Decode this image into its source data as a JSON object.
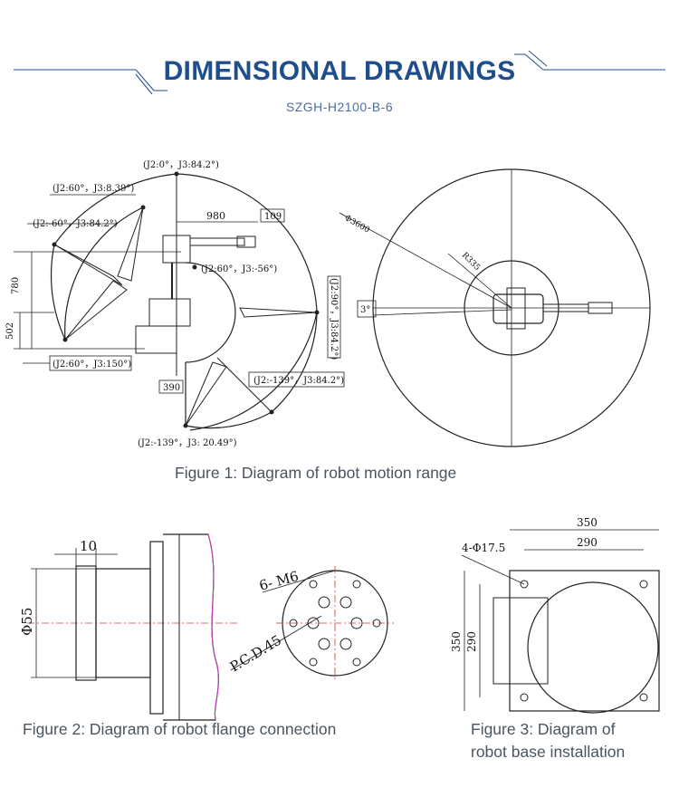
{
  "header": {
    "title": "DIMENSIONAL DRAWINGS",
    "model": "SZGH-H2100-B-6"
  },
  "figure1": {
    "caption": "Figure 1: Diagram of robot motion range",
    "labels": {
      "j2_0": "(J2:0°，J3:84.2°)",
      "j2_60_top": "(J2:60°，J3:8.39°)",
      "j2_m60": "(J2:-60°，J3:84.2°)",
      "j2_60_m56": "(J2:60°，J3:-56°)",
      "j2_90": "(J2:90°，J3:84.2°)",
      "j2_60_150": "(J2:60°，J3:150°)",
      "j2_m139_84": "(J2:-139°，J3:84.2°)",
      "j2_m139_20": "(J2:-139°，J3: 20.49°)",
      "reach": "980",
      "offset": "109",
      "height_780": "780",
      "height_502": "502",
      "base_390": "390",
      "diameter": "Φ3600",
      "radius": "R335",
      "angle": "3°"
    }
  },
  "figure2": {
    "caption": "Figure 2: Diagram of robot flange connection",
    "labels": {
      "thickness": "10",
      "diameter": "Φ55",
      "holes": "6- M6",
      "pcd": "P.C.D.45"
    }
  },
  "figure3": {
    "caption_line1": "Figure 3: Diagram of",
    "caption_line2": "robot base installation",
    "labels": {
      "holes": "4-Φ17.5",
      "width_outer": "350",
      "width_inner": "290",
      "height_outer": "350",
      "height_inner": "290"
    }
  }
}
